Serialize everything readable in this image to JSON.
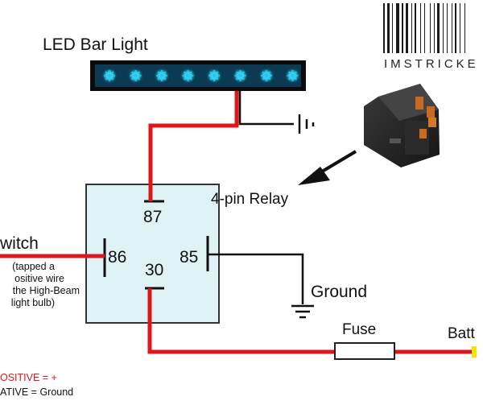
{
  "title": "LED Bar Light",
  "watermark": "IMSTRICKE",
  "relay_label": "4-pin Relay",
  "pins": {
    "p87": "87",
    "p86": "86",
    "p85": "85",
    "p30": "30"
  },
  "switch_label": "witch",
  "switch_note": [
    "(tapped a",
    "ositive wire",
    "the High-Beam",
    "light bulb)"
  ],
  "ground_label": "Ground",
  "fuse_label": "Fuse",
  "battery_label": "Batt",
  "legend": {
    "positive": "OSITIVE = +",
    "negative": "ATIVE = Ground"
  },
  "colors": {
    "wire_positive": "#e0161b",
    "wire_ground": "#111111",
    "relay_fill": "#dff3f7",
    "led": "#27c6ea",
    "legend_positive": "#e0161b",
    "battery_tip": "#f2e600"
  },
  "led_count": 8
}
